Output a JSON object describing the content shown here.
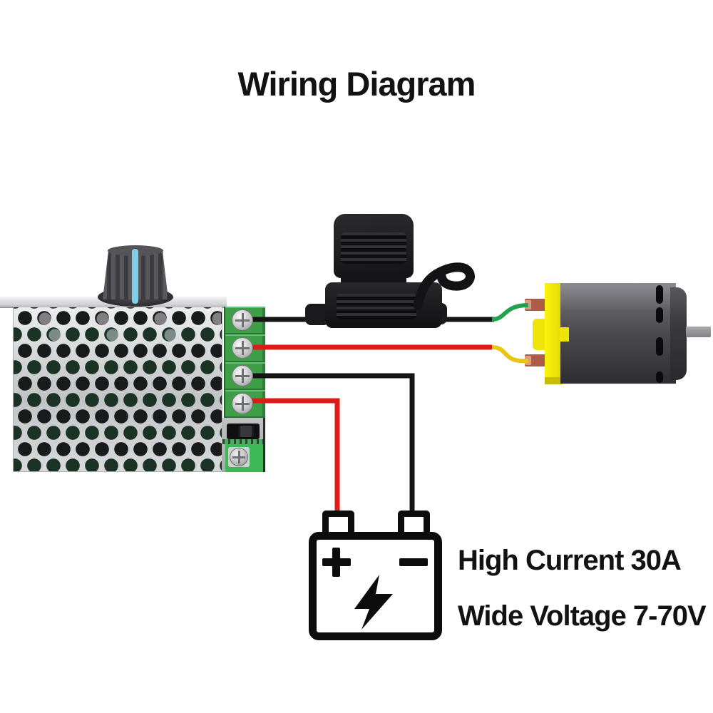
{
  "title": "Wiring Diagram",
  "specs": {
    "current": "High Current 30A",
    "voltage": "Wide Voltage 7-70V"
  },
  "battery": {
    "positive_symbol": "+",
    "negative_symbol": "-",
    "icon": "lightning-bolt-icon"
  },
  "components": {
    "speed_controller": {
      "name": "PWM motor speed controller",
      "case_style": "perforated metal",
      "knob_indicator_color": "#7ccfe4",
      "terminal_count": 4,
      "terminal_block_color": "#3f9f49"
    },
    "fuse_holder": {
      "name": "inline blade fuse holder",
      "color": "#1a1a1c"
    },
    "motor": {
      "name": "DC motor",
      "endcap_color": "#eee40a",
      "body_color": "#4a4a4f",
      "terminal_color": "#ad5c47"
    },
    "battery": {
      "name": "battery"
    }
  },
  "wires": [
    {
      "name": "controller-terminal-1-through-fuse-to-motor-top",
      "segments": [
        "black",
        "green"
      ],
      "colors": [
        "#141415",
        "#21a24c"
      ]
    },
    {
      "name": "controller-terminal-2-to-motor-bottom",
      "segments": [
        "red",
        "yellow"
      ],
      "colors": [
        "#df1a17",
        "#e9c616"
      ]
    },
    {
      "name": "controller-terminal-3-to-battery-negative",
      "segments": [
        "black"
      ],
      "colors": [
        "#141415"
      ]
    },
    {
      "name": "controller-terminal-4-to-battery-positive",
      "segments": [
        "red"
      ],
      "colors": [
        "#df1a17"
      ]
    }
  ]
}
